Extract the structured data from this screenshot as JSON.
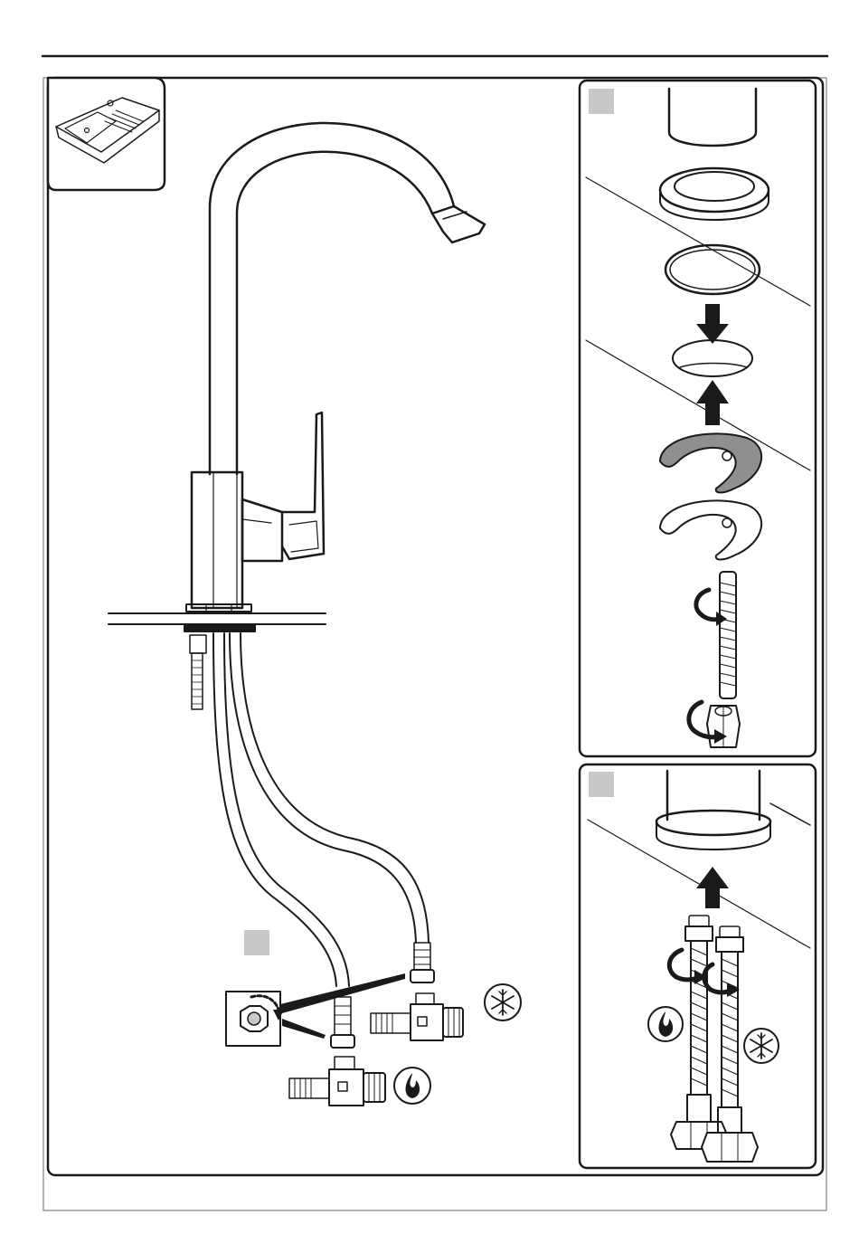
{
  "diagram": {
    "title": "",
    "steps": [
      {
        "id": "A",
        "label": ""
      },
      {
        "id": "B",
        "label": ""
      },
      {
        "id": "C",
        "label": ""
      }
    ],
    "icons": [
      "sink-icon",
      "hot-water-icon",
      "cold-water-icon",
      "nut-wrench-icon",
      "rotate-arrow-icon",
      "down-arrow-icon",
      "up-arrow-icon"
    ],
    "colors": {
      "line": "#1a1a1a",
      "frame": "#9a9a9a",
      "tab": "#c8c8c8",
      "washer": "#8f8f8f"
    }
  }
}
